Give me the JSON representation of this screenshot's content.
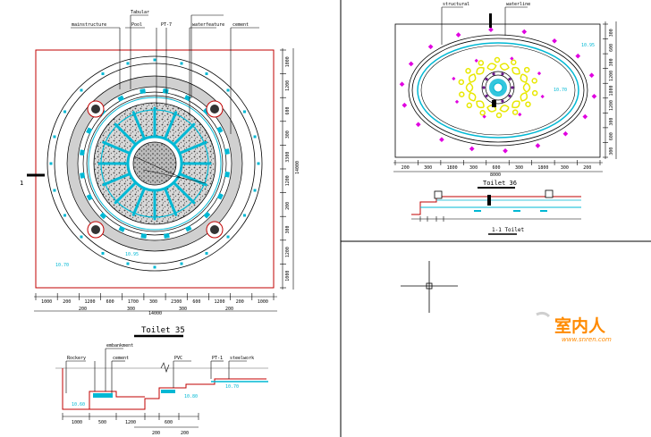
{
  "plan_a": {
    "callouts_top": [
      "mainstructure",
      "Tabular",
      "Pool",
      "PT-7",
      "waterfeature",
      "cement"
    ],
    "dims_bottom": [
      "1000",
      "200",
      "1200",
      "600",
      "1700",
      "300",
      "2300",
      "600",
      "1200",
      "200",
      "1000"
    ],
    "dims_bottom_sub": [
      "200",
      "300",
      "300",
      "200"
    ],
    "total_width": "14000",
    "dims_right": [
      "1000",
      "1200",
      "600",
      "300",
      "3300",
      "1200",
      "200",
      "300",
      "1200",
      "1000"
    ],
    "total_height": "14000",
    "section_mark": "1",
    "elev_labels": [
      "10.70",
      "10.95"
    ],
    "title": "Toilet 35"
  },
  "section_a": {
    "callouts": [
      "Rockery",
      "embankment",
      "cement",
      "PVC",
      "PT-1",
      "steelwork"
    ],
    "elev_labels": [
      "10.60",
      "10.80",
      "10.70"
    ],
    "dims": [
      "1000",
      "500",
      "1200",
      "600",
      "200",
      "200"
    ]
  },
  "plan_b": {
    "callouts": [
      "structural",
      "waterline"
    ],
    "dims_right": [
      "300",
      "600",
      "300",
      "1200",
      "1800",
      "1200",
      "300",
      "600",
      "300"
    ],
    "dims_bottom": [
      "200",
      "300",
      "1800",
      "300",
      "600",
      "300",
      "1800",
      "300",
      "200"
    ],
    "total_width": "8000",
    "elev_labels": [
      "10.70",
      "10.95"
    ],
    "title": "Toilet 36"
  },
  "section_b": {
    "label": "1-1 Toilet"
  },
  "watermark": {
    "text": "室内人",
    "url": "www.snren.com"
  },
  "colors": {
    "line": "#000000",
    "red": "#c00000",
    "cyan": "#00b8d4",
    "magenta": "#e000e0",
    "yellow": "#e8e800",
    "brown": "#8a6a3a",
    "watermark": "#ff8a00"
  }
}
